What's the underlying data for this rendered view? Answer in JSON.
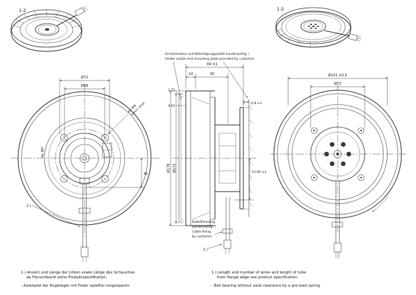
{
  "page": {
    "background": "#ffffff",
    "line_color": "#2b2b2b",
    "text_color": "#111111"
  },
  "views": {
    "iso_left": {
      "scale_label": "1:2"
    },
    "iso_right": {
      "scale_label": "1:2"
    },
    "front": {
      "dim_d72": "Ø72",
      "dim_d58": "Ø58",
      "thread_note_line1": "4x M4",
      "thread_note_line2": "6 tief / deep",
      "angle_note": "4x 90°",
      "dim_41": "41",
      "wire_callout": "1.)"
    },
    "section": {
      "dim_total_depth": "69 ±1",
      "dim_14": "14",
      "dim_42": "42",
      "dim_d178": "Ø178",
      "dim_d172": "Ø172",
      "dim_6_8": "6.8 ±1",
      "dim_53_66": "53.66 ±1",
      "dim_1_25": "1.25",
      "dim_9_55": "9.55",
      "wire_callout": "1.)"
    },
    "rear": {
      "dim_d131": "Ø131 ±0.5",
      "dim_d72": "Ø72"
    }
  },
  "annotations": {
    "intake_note_line1": "Einströmdüse und Befestigungsplatte kundenseitig. /",
    "intake_note_line2": "Intake nozzle and mounting plate provided by customer.",
    "cable_note_line1": "Kabelfixierung",
    "cable_note_line2": "kundenseitig. /",
    "cable_note_line3": "Cable fixing",
    "cable_note_line4": "by customer."
  },
  "footer_notes": {
    "de_line1": "1.) Anzahl und Länge der Litzen sowie Länge des Schlauches",
    "de_line2": "ab Flanschband siehe Produktspezifikation.",
    "de_line3": "-  Axialspiel der Kugellager mit Feder spielfrei vorgespannt.",
    "en_line1": "1.) Length and number of wires and length of tube",
    "en_line2": "from flange edge see product specification.",
    "en_line3": "-  Ball bearing without axial clearance by a pre-load spring."
  }
}
